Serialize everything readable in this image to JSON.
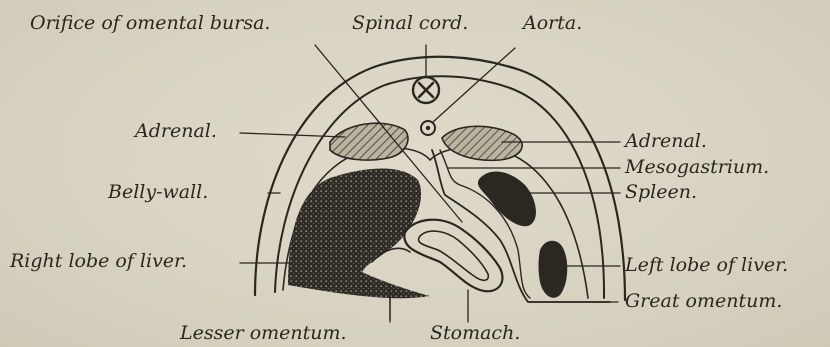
{
  "labels": {
    "orifice_of_omental_bursa": "Orifice of omental bursa.",
    "spinal_cord": "Spinal cord.",
    "aorta": "Aorta.",
    "adrenal_right": "Adrenal.",
    "adrenal_left": "Adrenal.",
    "mesogastrium": "Mesogastrium.",
    "belly_wall": "Belly-wall.",
    "spleen": "Spleen.",
    "right_lobe_of_liver": "Right lobe of liver.",
    "left_lobe_of_liver": "Left lobe of liver.",
    "great_omentum": "Great omentum.",
    "lesser_omentum": "Lesser omentum.",
    "stomach": "Stomach."
  },
  "colors": {
    "background": "#d9d4c3",
    "ink": "#2a2620",
    "organ_dark": "#2b2822"
  }
}
